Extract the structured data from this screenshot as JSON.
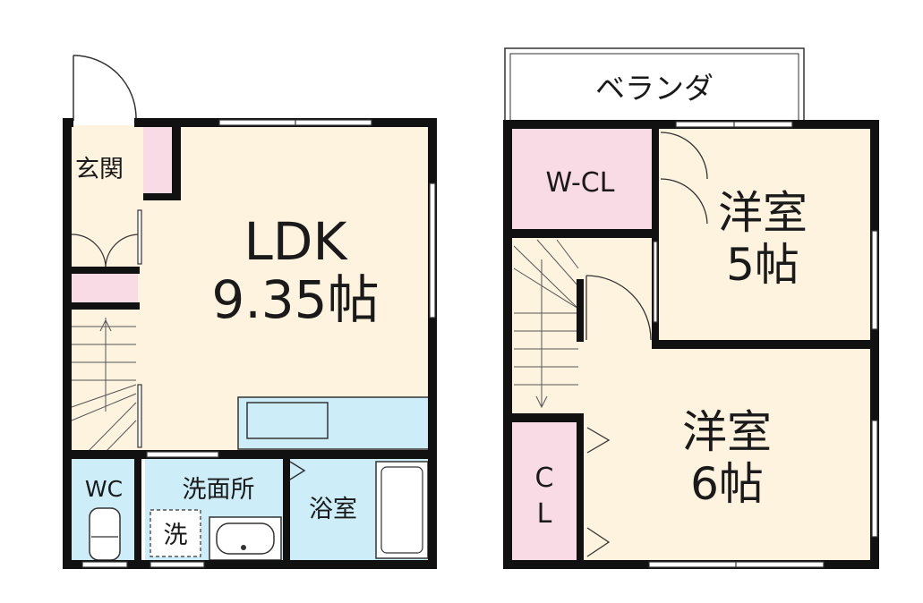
{
  "floor1": {
    "genkan": "玄関",
    "ldk_name": "LDK",
    "ldk_size": "9.35帖",
    "wc": "WC",
    "senmenjo": "洗面所",
    "sentakuki": "洗",
    "yokushitsu": "浴室"
  },
  "floor2": {
    "veranda": "ベランダ",
    "wcl": "W-CL",
    "room5_name": "洋室",
    "room5_size": "5帖",
    "room6_name": "洋室",
    "room6_size": "6帖",
    "cl_top": "C",
    "cl_bottom": "L"
  },
  "colors": {
    "wall": "#111111",
    "room_floor": "#fdf3df",
    "wet_area": "#cdeef8",
    "closet": "#f9dbe6",
    "stairs": "#fdf3df"
  }
}
